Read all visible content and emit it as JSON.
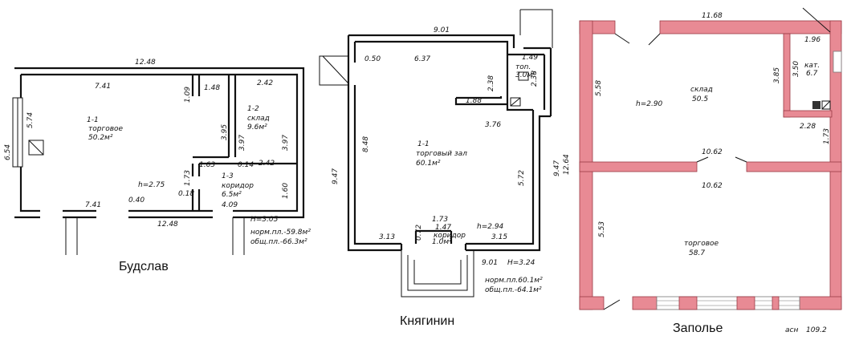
{
  "plans": [
    {
      "caption": "Будслав",
      "dims": {
        "top": "12.48",
        "left_h": "6.54",
        "left_in": "5.74",
        "r1_w": "7.41",
        "d1": "1.09",
        "d2": "1.48",
        "r2_w": "2.42",
        "r2_h": "3.95",
        "r2_h2": "3.97",
        "r2_h3": "3.97",
        "c1": "1.63",
        "c2": "0.14",
        "c3": "2.42",
        "c4": "1.73",
        "c5": "0.18",
        "c6": "1.60",
        "c7": "4.09",
        "b1": "7.41",
        "b2": "0.40",
        "b3": "12.48"
      },
      "rooms": [
        {
          "id": "1-1",
          "name": "торговое",
          "area": "50.2м²"
        },
        {
          "id": "1-2",
          "name": "склад",
          "area": "9.6м²"
        },
        {
          "id": "1-3",
          "name": "коридор",
          "area": "6.5м²"
        }
      ],
      "height_text": "h=2.75",
      "H_text": "H=3.05",
      "norm": "норм.пл.-59.8м²",
      "total": "общ.пл.-66.3м²"
    },
    {
      "caption": "Княгинин",
      "dims": {
        "top": "9.01",
        "t1": "0.50",
        "t2": "6.37",
        "t3": "2.38",
        "t4": "1.88",
        "t5": "3.76",
        "left": "9.47",
        "left_in": "8.48",
        "right": "9.47",
        "r_in": "5.72",
        "b1": "3.13",
        "b2": "0.72",
        "b3": "1.73",
        "b4": "1.47",
        "b5": "3.15",
        "bottom": "9.01",
        "small_w": "1.49",
        "small_h": "2.38"
      },
      "rooms": [
        {
          "id": "1-1",
          "name": "торговый зал",
          "area": "60.1м²"
        },
        {
          "id": "",
          "name": "коридор",
          "area": "1.0м²"
        },
        {
          "id": "",
          "name": "тоn.",
          "area": "3.0м²"
        }
      ],
      "height_text": "h=2.94",
      "H_text": "H=3.24",
      "norm": "норм.пл.60.1м²",
      "total": "общ.пл.-64.1м²"
    },
    {
      "caption": "Заполье",
      "dims": {
        "top": "11.68",
        "r_top": "1.96",
        "left_h": "12.64",
        "upper_h": "5.58",
        "mid_w": "10.62",
        "mid_w2": "10.62",
        "lower_h": "5.53",
        "k_h": "3.50",
        "k_h2": "3.85",
        "k_w": "2.28",
        "k_r": "1.73"
      },
      "rooms": [
        {
          "id": "",
          "name": "склад",
          "area": "50.5"
        },
        {
          "id": "",
          "name": "кат.",
          "area": "6.7"
        },
        {
          "id": "",
          "name": "торговое",
          "area": "58.7"
        }
      ],
      "height_text": "h=2.90",
      "footer": "асн",
      "footer_num": "109.2"
    }
  ]
}
